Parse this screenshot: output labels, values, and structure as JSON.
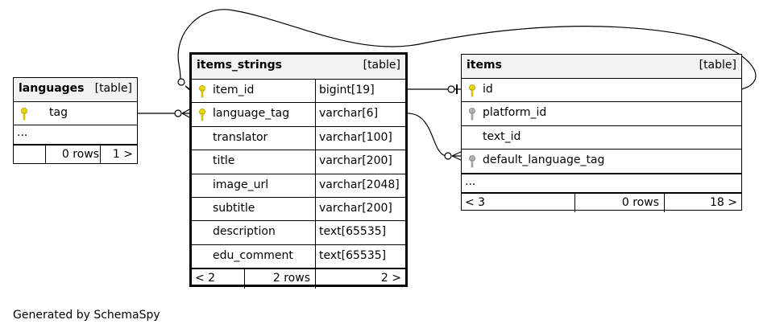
{
  "languages": {
    "name": "languages",
    "kind": "[table]",
    "columns": [
      {
        "name": "tag",
        "key": "primary"
      }
    ],
    "more": "...",
    "footer": {
      "left": "",
      "rows": "0 rows",
      "right": "1 >"
    }
  },
  "items_strings": {
    "name": "items_strings",
    "kind": "[table]",
    "columns": [
      {
        "name": "item_id",
        "type": "bigint[19]",
        "key": "primary"
      },
      {
        "name": "language_tag",
        "type": "varchar[6]",
        "key": "primary"
      },
      {
        "name": "translator",
        "type": "varchar[100]",
        "key": ""
      },
      {
        "name": "title",
        "type": "varchar[200]",
        "key": ""
      },
      {
        "name": "image_url",
        "type": "varchar[2048]",
        "key": ""
      },
      {
        "name": "subtitle",
        "type": "varchar[200]",
        "key": ""
      },
      {
        "name": "description",
        "type": "text[65535]",
        "key": ""
      },
      {
        "name": "edu_comment",
        "type": "text[65535]",
        "key": ""
      }
    ],
    "footer": {
      "left": "< 2",
      "rows": "2 rows",
      "right": "2 >"
    }
  },
  "items": {
    "name": "items",
    "kind": "[table]",
    "columns": [
      {
        "name": "id",
        "key": "primary"
      },
      {
        "name": "platform_id",
        "key": "foreign"
      },
      {
        "name": "text_id",
        "key": ""
      },
      {
        "name": "default_language_tag",
        "key": "foreign"
      }
    ],
    "more": "...",
    "footer": {
      "left": "< 3",
      "rows": "0 rows",
      "right": "18 >"
    }
  },
  "colors": {
    "primary_key": "#e6d800",
    "foreign_key": "#b0b0b0",
    "header_bg": "#f2f2f2"
  },
  "credit": "Generated by SchemaSpy"
}
